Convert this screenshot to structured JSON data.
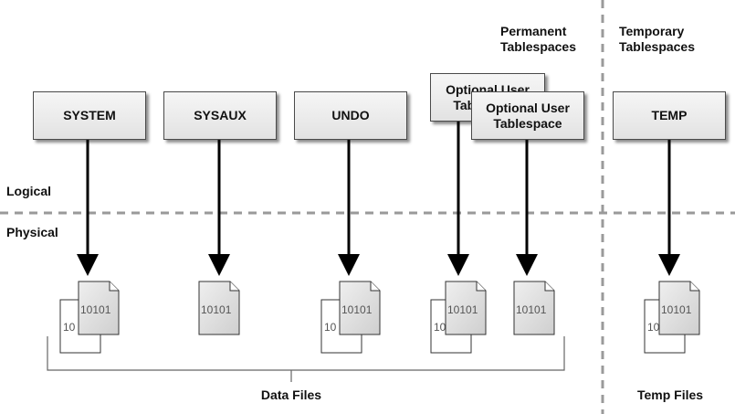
{
  "headers": {
    "permanent": "Permanent Tablespaces",
    "temporary": "Temporary Tablespaces"
  },
  "layers": {
    "logical": "Logical",
    "physical": "Physical"
  },
  "tablespaces": {
    "system": "SYSTEM",
    "sysaux": "SYSAUX",
    "undo": "UNDO",
    "optional_back": "Optional User Tablespace",
    "optional_front": "Optional User Tablespace",
    "temp": "TEMP"
  },
  "file_glyph": "10101",
  "file_glyph_back": "10",
  "footer": {
    "data_files": "Data Files",
    "temp_files": "Temp Files"
  }
}
